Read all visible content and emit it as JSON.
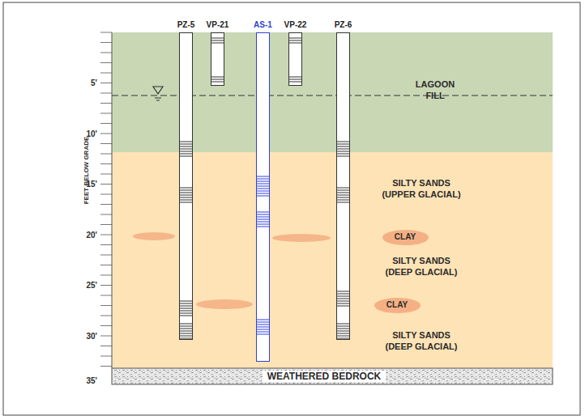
{
  "diagram": {
    "nodes": [
      {
        "text": [
          "PZ-5"
        ]
      },
      {
        "text": [
          "VP-21"
        ]
      },
      {
        "text": [
          "AS-1"
        ]
      },
      {
        "text": [
          "VP-22"
        ]
      },
      {
        "text": [
          "PZ-6"
        ]
      },
      {
        "text": [
          "LAGOON FILL"
        ]
      },
      {
        "text": [
          "SILTY SANDS (UPPER GLACIAL)",
          "SILTY SANDS (DEEP GLACIAL)",
          "SILTY SANDS (DEEP GLACIAL)"
        ]
      },
      {
        "text": [
          "CLAY"
        ],
        "in": 6
      },
      {
        "text": [
          "CLAY"
        ],
        "in": 6
      },
      {
        "text": [
          "WEATHERED BEDROCK"
        ]
      }
    ],
    "labels": [
      "FEET BELOW GRADE",
      "5'",
      "10'",
      "15'",
      "20'",
      "25'",
      "30'",
      "35'"
    ]
  }
}
